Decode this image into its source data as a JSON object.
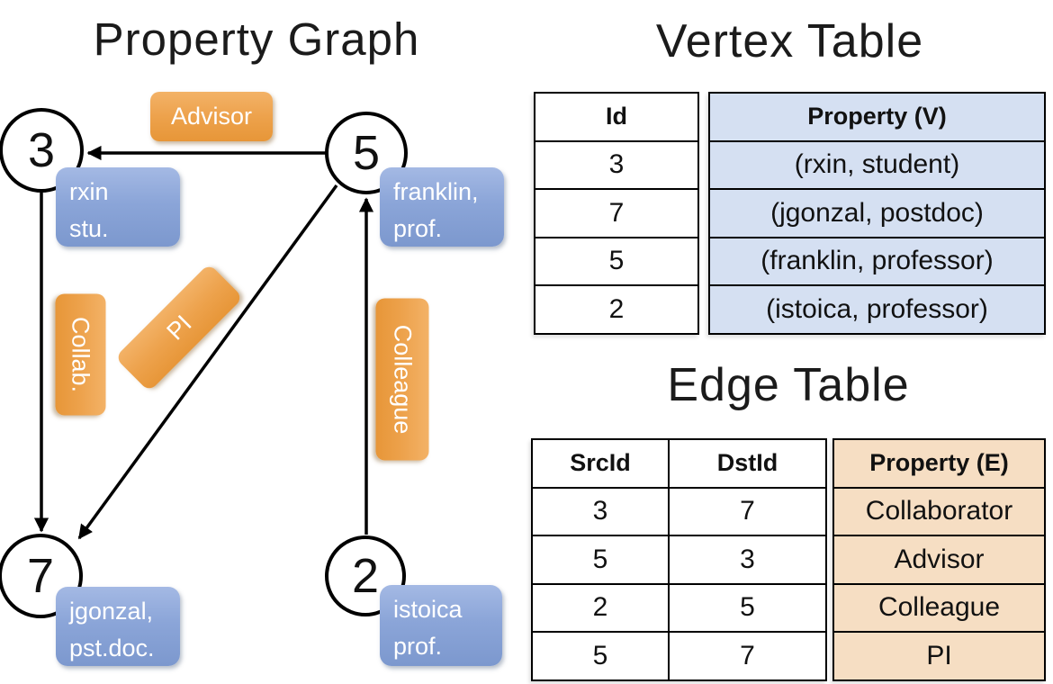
{
  "graph": {
    "title": "Property Graph",
    "nodes": [
      {
        "id": "3"
      },
      {
        "id": "5"
      },
      {
        "id": "7"
      },
      {
        "id": "2"
      }
    ],
    "property_boxes": [
      {
        "node": "3",
        "line1": "rxin",
        "line2": "stu."
      },
      {
        "node": "5",
        "line1": "franklin,",
        "line2": "prof."
      },
      {
        "node": "7",
        "line1": "jgonzal,",
        "line2": "pst.doc."
      },
      {
        "node": "2",
        "line1": "istoica",
        "line2": "prof."
      }
    ],
    "edge_labels": [
      {
        "edge": "5-3",
        "label": "Advisor"
      },
      {
        "edge": "3-7",
        "label": "Collab."
      },
      {
        "edge": "5-7",
        "label": "PI"
      },
      {
        "edge": "2-5",
        "label": "Colleague"
      }
    ]
  },
  "vertex_table": {
    "title": "Vertex Table",
    "columns": [
      "Id",
      "Property (V)"
    ],
    "rows": [
      {
        "id": "3",
        "property": "(rxin, student)"
      },
      {
        "id": "7",
        "property": "(jgonzal, postdoc)"
      },
      {
        "id": "5",
        "property": "(franklin, professor)"
      },
      {
        "id": "2",
        "property": "(istoica, professor)"
      }
    ]
  },
  "edge_table": {
    "title": "Edge Table",
    "columns": [
      "SrcId",
      "DstId",
      "Property (E)"
    ],
    "rows": [
      {
        "src": "3",
        "dst": "7",
        "property": "Collaborator"
      },
      {
        "src": "5",
        "dst": "3",
        "property": "Advisor"
      },
      {
        "src": "2",
        "dst": "5",
        "property": "Colleague"
      },
      {
        "src": "5",
        "dst": "7",
        "property": "PI"
      }
    ]
  },
  "colors": {
    "edge_label_orange": "#EDA24C",
    "vertex_box_blue": "#8BA5D8",
    "vertex_table_fill": "#D5E0F2",
    "edge_table_fill": "#F6DEC3"
  }
}
